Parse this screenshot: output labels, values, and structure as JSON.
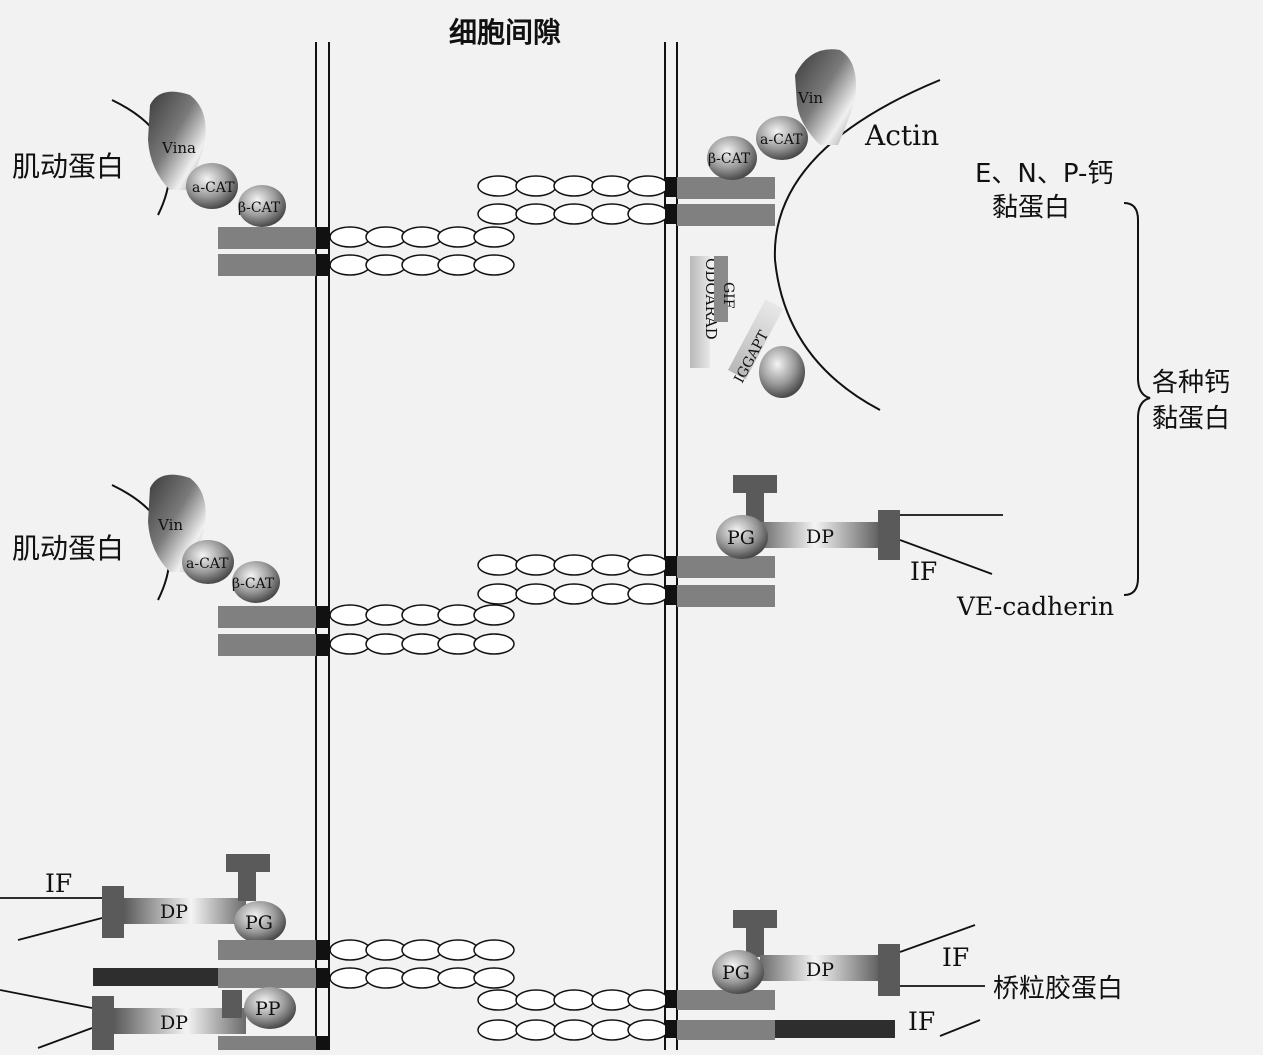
{
  "labels": {
    "title": "细胞间隙",
    "myosin_1": "肌动蛋白",
    "myosin_2": "肌动蛋白",
    "actin": "Actin",
    "enp_line1": "E、N、P-钙",
    "enp_line2": "黏蛋白",
    "various_line1": "各种钙",
    "various_line2": "黏蛋白",
    "ve_cadherin": "VE-cadherin",
    "desmosome": "桥粒胶蛋白",
    "vin": "Vin",
    "vin_a": "Vina",
    "a_cat": "a-CAT",
    "b_cat": "β-CAT",
    "pg": "PG",
    "pp": "PP",
    "dp": "DP",
    "if": "IF",
    "seq_1": "ODOARAD",
    "seq_2": "GIF",
    "seq_3": "IGGAPT"
  },
  "colors": {
    "background": "#f2f2f2",
    "bar": "#808080",
    "dark_bar": "#2e2e2e",
    "line": "#111111"
  }
}
